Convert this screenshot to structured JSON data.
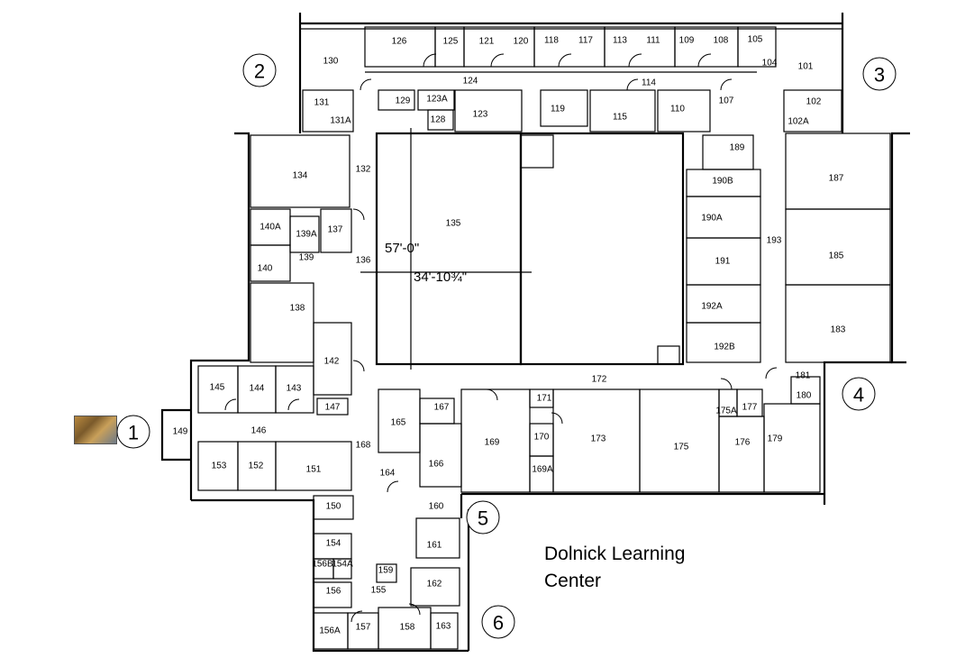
{
  "title": {
    "line1": "Dolnick Learning",
    "line2": "Center"
  },
  "dimensions": {
    "length": "57'-0\"",
    "width": "34'-10¾\""
  },
  "entrances": [
    "1",
    "2",
    "3",
    "4",
    "5",
    "6"
  ],
  "rooms": [
    "126",
    "125",
    "121",
    "120",
    "118",
    "117",
    "113",
    "111",
    "109",
    "108",
    "105",
    "104",
    "101",
    "130",
    "131",
    "131A",
    "129",
    "123A",
    "124",
    "128",
    "123",
    "119",
    "114",
    "115",
    "110",
    "107",
    "102A",
    "102",
    "189",
    "134",
    "132",
    "135",
    "190B",
    "187",
    "190A",
    "140A",
    "139A",
    "137",
    "193",
    "139",
    "136",
    "140",
    "191",
    "185",
    "138",
    "192A",
    "192B",
    "183",
    "142",
    "181",
    "180",
    "145",
    "144",
    "143",
    "172",
    "171",
    "177",
    "147",
    "167",
    "175A",
    "165",
    "149",
    "146",
    "169",
    "170",
    "173",
    "175",
    "176",
    "179",
    "168",
    "153",
    "152",
    "151",
    "166",
    "164",
    "169A",
    "150",
    "160",
    "154",
    "161",
    "156B",
    "154A",
    "159",
    "156",
    "155",
    "162",
    "156A",
    "157",
    "158",
    "163"
  ],
  "icons": {
    "thumbnail": "photo-thumbnail"
  }
}
